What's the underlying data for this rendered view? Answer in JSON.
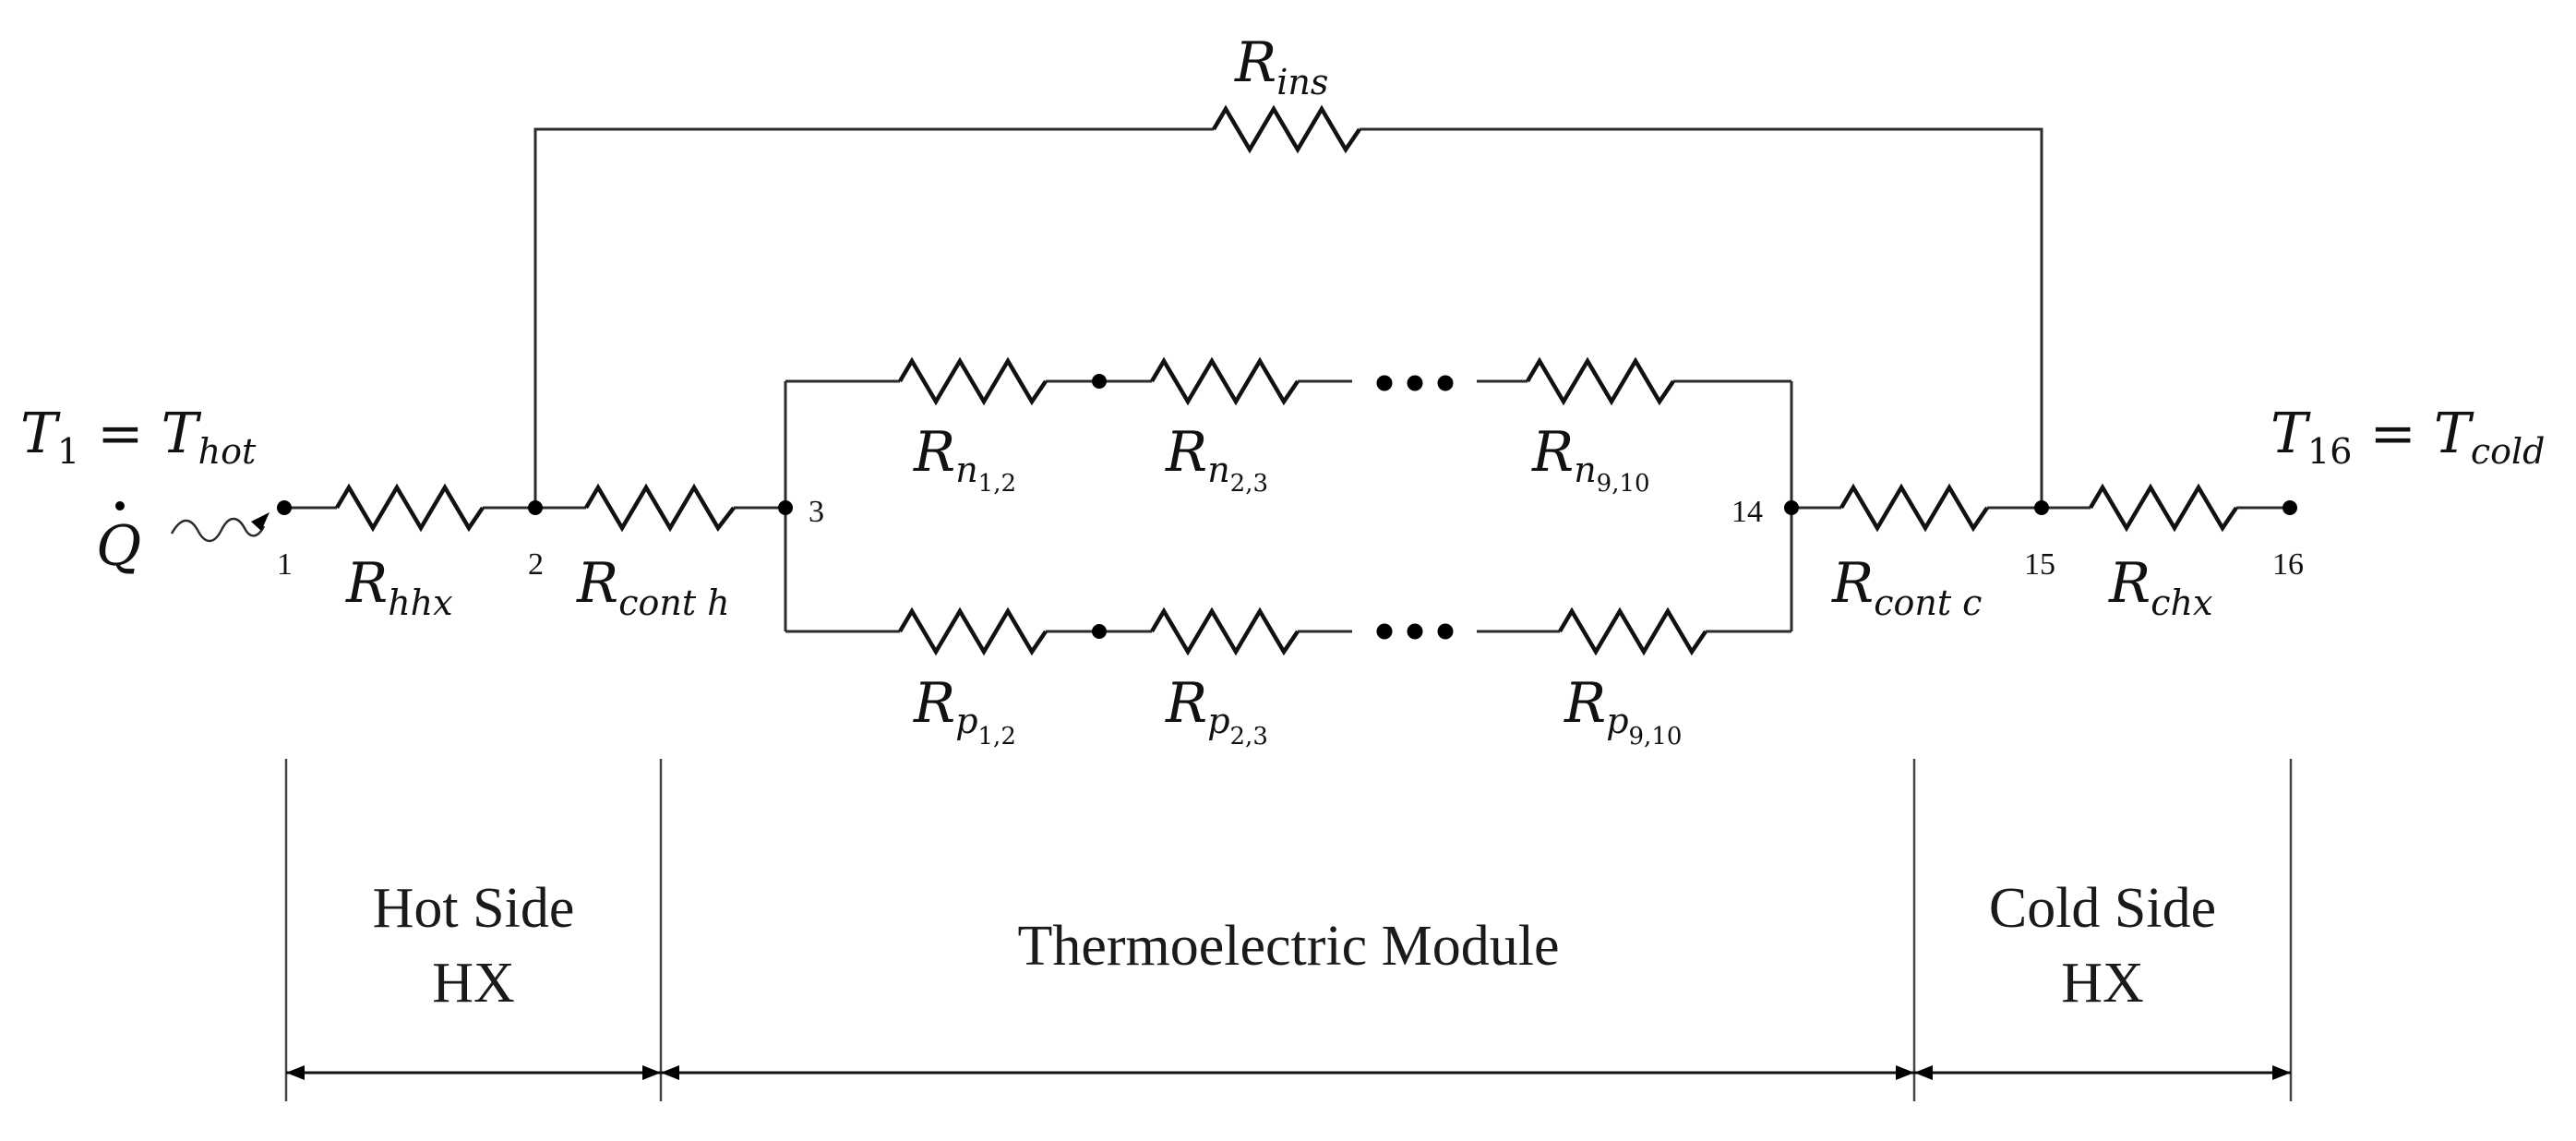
{
  "labels": {
    "r_ins": {
      "main": "R",
      "sub": "ins"
    },
    "r_hhx": {
      "main": "R",
      "sub": "hhx"
    },
    "r_cont_h": {
      "main": "R",
      "sub": "cont h"
    },
    "r_cont_c": {
      "main": "R",
      "sub": "cont c"
    },
    "r_chx": {
      "main": "R",
      "sub": "chx"
    },
    "r_n12": {
      "main": "R",
      "sub": "n",
      "subsub": "1,2"
    },
    "r_n23": {
      "main": "R",
      "sub": "n",
      "subsub": "2,3"
    },
    "r_n910": {
      "main": "R",
      "sub": "n",
      "subsub": "9,10"
    },
    "r_p12": {
      "main": "R",
      "sub": "p",
      "subsub": "1,2"
    },
    "r_p23": {
      "main": "R",
      "sub": "p",
      "subsub": "2,3"
    },
    "r_p910": {
      "main": "R",
      "sub": "p",
      "subsub": "9,10"
    }
  },
  "temps": {
    "t_hot": {
      "t": "T",
      "num": "1",
      "eq": " = ",
      "t2": "T",
      "sub2": "hot"
    },
    "t_cold": {
      "t": "T",
      "num": "16",
      "eq": " = ",
      "t2": "T",
      "sub2": "cold"
    }
  },
  "heat": "Q",
  "nodes": {
    "n1": "1",
    "n2": "2",
    "n3": "3",
    "n14": "14",
    "n15": "15",
    "n16": "16"
  },
  "sections": {
    "hot_l1": "Hot Side",
    "hot_l2": "HX",
    "module": "Thermoelectric Module",
    "cold_l1": "Cold Side",
    "cold_l2": "HX"
  }
}
